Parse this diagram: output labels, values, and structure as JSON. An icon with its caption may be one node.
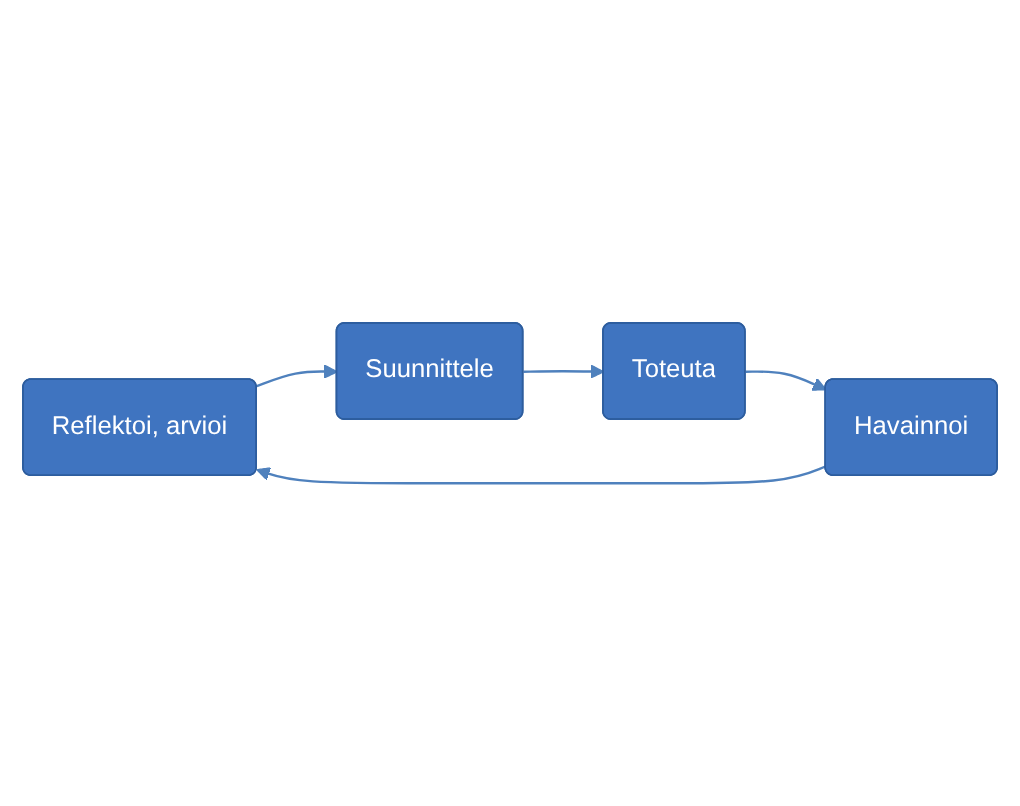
{
  "diagram": {
    "nodes": [
      {
        "text": [
          "Reflektoi, arvioi"
        ]
      },
      {
        "text": [
          "Havainnoi"
        ]
      },
      {
        "text": [
          "Suunnittele"
        ]
      },
      {
        "text": [
          "Toteuta"
        ]
      }
    ],
    "edges": [
      {
        "from": 0,
        "to": 2,
        "arrow": "to"
      },
      {
        "from": 2,
        "to": 3,
        "arrow": "to"
      },
      {
        "from": 3,
        "to": 1,
        "arrow": "to"
      },
      {
        "from": 1,
        "to": 0,
        "arrow": "to"
      }
    ]
  }
}
